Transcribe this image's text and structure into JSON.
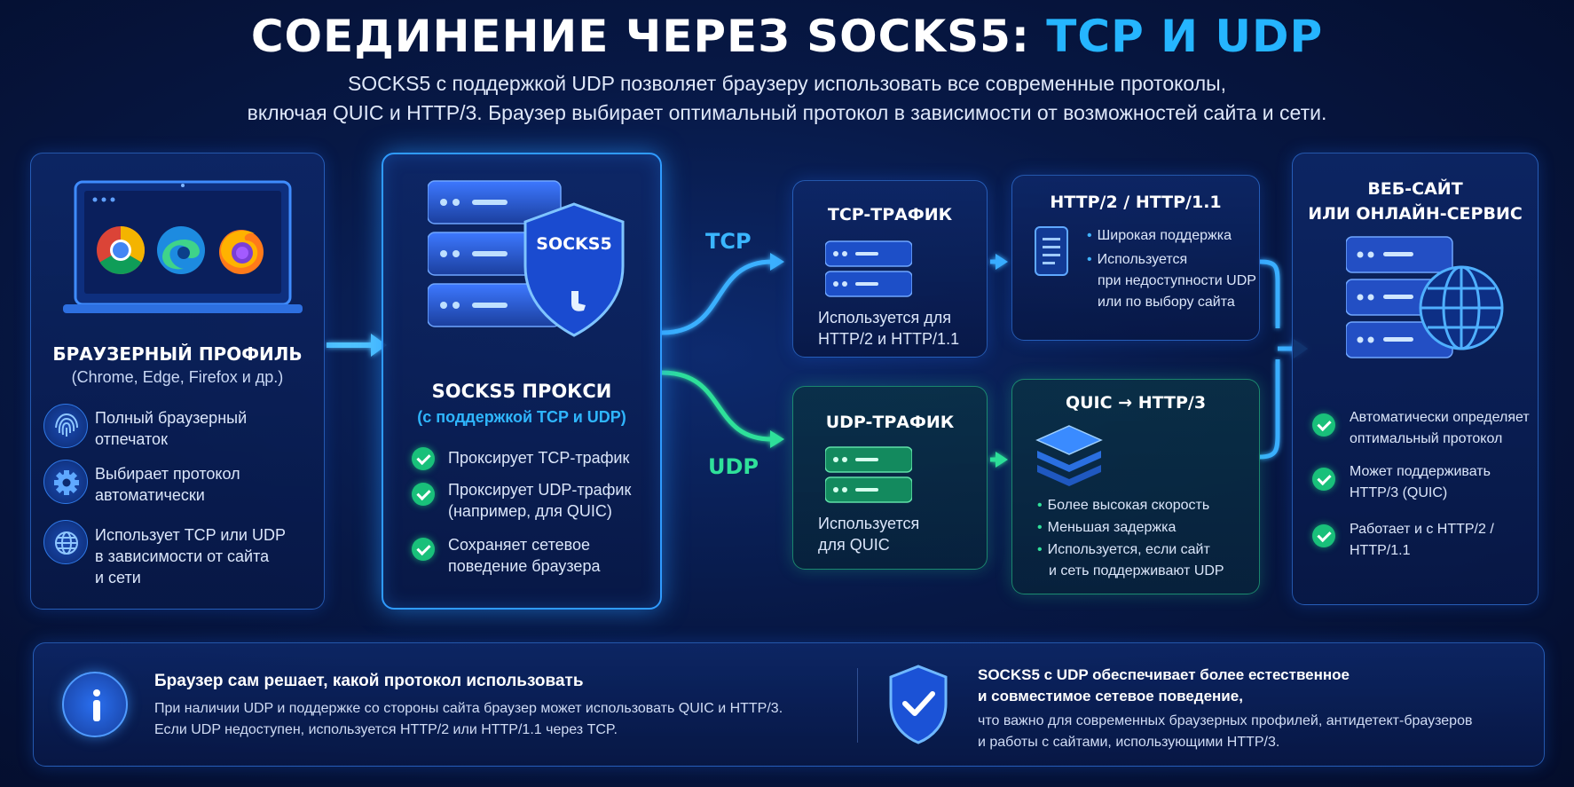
{
  "title": {
    "main": "СОЕДИНЕНИЕ ЧЕРЕЗ SOCKS5:",
    "accent": "TCP И UDP"
  },
  "subtitle": {
    "line1": "SOCKS5 с поддержкой UDP позволяет браузеру использовать все современные протоколы,",
    "line2": "включая QUIC и HTTP/3. Браузер выбирает оптимальный протокол в зависимости от возможностей сайта и сети."
  },
  "browser_profile": {
    "title": "БРАУЗЕРНЫЙ ПРОФИЛЬ",
    "subtitle": "(Chrome, Edge, Firefox и др.)",
    "icons": [
      "chrome-icon",
      "edge-icon",
      "firefox-icon"
    ],
    "features": [
      {
        "icon": "fingerprint-icon",
        "line1": "Полный браузерный",
        "line2": "отпечаток",
        "line3": ""
      },
      {
        "icon": "gear-icon",
        "line1": "Выбирает протокол",
        "line2": "автоматически",
        "line3": ""
      },
      {
        "icon": "globe-icon",
        "line1": "Использует TCP или UDP",
        "line2": "в зависимости от сайта",
        "line3": "и сети"
      }
    ]
  },
  "proxy": {
    "badge": "SOCKS5",
    "title": "SOCKS5 ПРОКСИ",
    "subtitle": "(с поддержкой TCP и UDP)",
    "features": [
      {
        "line1": "Проксирует TCP-трафик",
        "line2": ""
      },
      {
        "line1": "Проксирует UDP-трафик",
        "line2": "(например, для QUIC)"
      },
      {
        "line1": "Сохраняет сетевое",
        "line2": "поведение браузера"
      }
    ]
  },
  "flows": {
    "tcp_label": "TCP",
    "udp_label": "UDP"
  },
  "tcp_traffic": {
    "title": "TCP-ТРАФИК",
    "line1": "Используется для",
    "line2": "HTTP/2 и HTTP/1.1"
  },
  "udp_traffic": {
    "title": "UDP-ТРАФИК",
    "line1": "Используется",
    "line2": "для QUIC"
  },
  "http2": {
    "title": "HTTP/2 / HTTP/1.1",
    "bullets": [
      {
        "line1": "Широкая поддержка",
        "line2": "",
        "line3": ""
      },
      {
        "line1": "Используется",
        "line2": "при недоступности UDP",
        "line3": "или по выбору сайта"
      }
    ]
  },
  "quic": {
    "title": "QUIC → HTTP/3",
    "bullets": [
      {
        "line1": "Более высокая скорость",
        "line2": ""
      },
      {
        "line1": "Меньшая задержка",
        "line2": ""
      },
      {
        "line1": "Используется, если сайт",
        "line2": "и сеть поддерживают UDP"
      }
    ]
  },
  "website": {
    "title_line1": "ВЕБ-САЙТ",
    "title_line2": "ИЛИ ОНЛАЙН-СЕРВИС",
    "features": [
      {
        "line1": "Автоматически определяет",
        "line2": "оптимальный протокол"
      },
      {
        "line1": "Может поддерживать",
        "line2": "HTTP/3 (QUIC)"
      },
      {
        "line1": "Работает и с HTTP/2 /",
        "line2": "HTTP/1.1"
      }
    ]
  },
  "footer": {
    "left_title": "Браузер сам решает, какой протокол использовать",
    "left_line1": "При наличии UDP и поддержке со стороны сайта браузер может использовать QUIC и HTTP/3.",
    "left_line2": "Если UDP недоступен, используется HTTP/2 или HTTP/1.1 через TCP.",
    "right_title1": "SOCKS5 с UDP обеспечивает более естественное",
    "right_title2": "и совместимое сетевое поведение,",
    "right_line1": "что важно для современных браузерных профилей, антидетект-браузеров",
    "right_line2": "и работы с сайтами, использующими HTTP/3."
  },
  "colors": {
    "accent_blue": "#25b5ff",
    "accent_green": "#2fe09a",
    "background": "#071845"
  }
}
